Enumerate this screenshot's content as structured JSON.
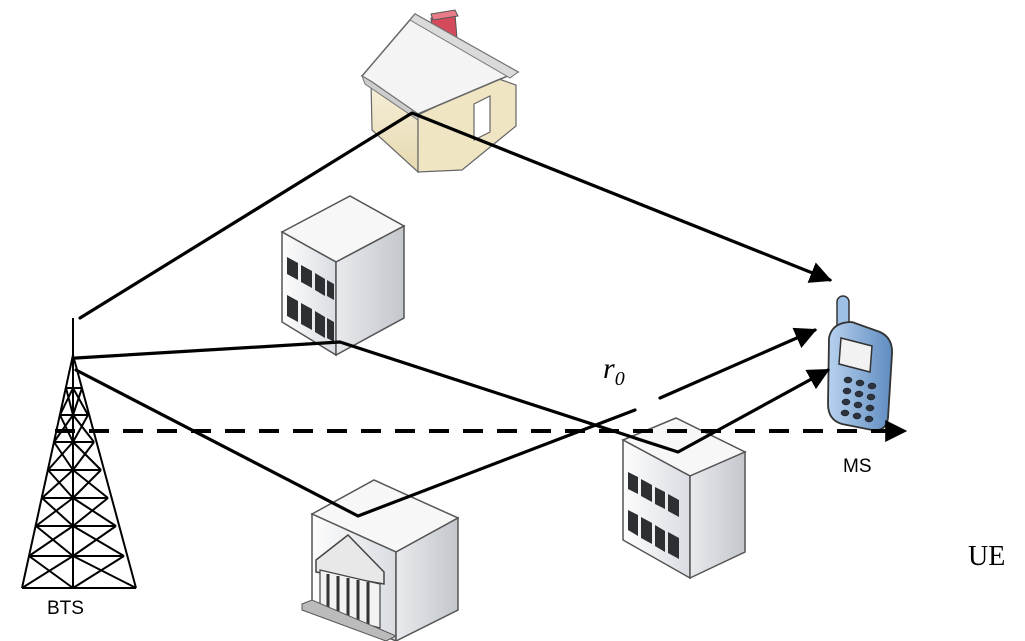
{
  "labels": {
    "bts": "BTS",
    "ms": "MS",
    "ue": "UE",
    "r0_base": "r",
    "r0_sub": "0"
  },
  "colors": {
    "ray": "#000000",
    "house_wall": "#f4ecd2",
    "house_roof": "#efefef",
    "chimney": "#d44a5a",
    "building_light": "#f2f2f2",
    "building_shade": "#cfd3d8",
    "window": "#2d2f33",
    "phone_body": "#8fb6e0"
  },
  "icons": {
    "tower": "cell-tower-icon",
    "house": "house-icon",
    "office": "office-building-icon",
    "bank": "bank-building-icon",
    "phone": "mobile-phone-icon"
  }
}
